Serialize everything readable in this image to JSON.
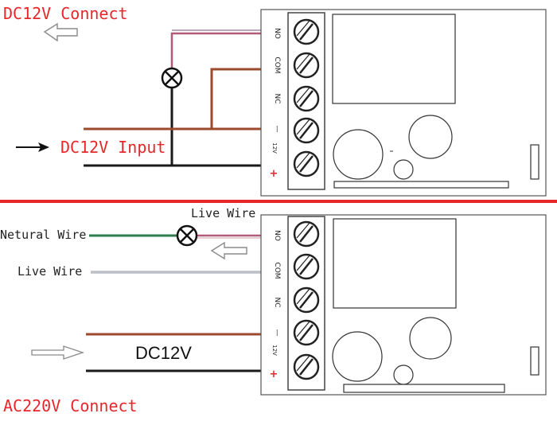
{
  "top_panel": {
    "title": "DC12V Connect",
    "input_label": "DC12V Input",
    "terminals": [
      "NO",
      "COM",
      "NC",
      "—",
      "12V",
      "+"
    ]
  },
  "bottom_panel": {
    "title": "AC220V Connect",
    "live_wire_top": "Live Wire",
    "neutral_wire": "Netural Wire",
    "live_wire_left": "Live Wire",
    "dc_label": "DC12V",
    "terminals": [
      "NO",
      "COM",
      "NC",
      "—",
      "12V",
      "+"
    ]
  },
  "colors": {
    "title_red": "#e8262a",
    "divider_red": "#e8262a",
    "brown_wire": "#9b4a2b",
    "black_wire": "#1a1a1a",
    "green_wire": "#2e7d4f",
    "pink_wire": "#b25a7a",
    "gray_wire": "#9a9aa8"
  },
  "icons": [
    "lamp-icon",
    "arrow-left-outline-icon",
    "arrow-right-solid-icon",
    "arrow-right-outline-icon",
    "screw-terminal-icon"
  ]
}
